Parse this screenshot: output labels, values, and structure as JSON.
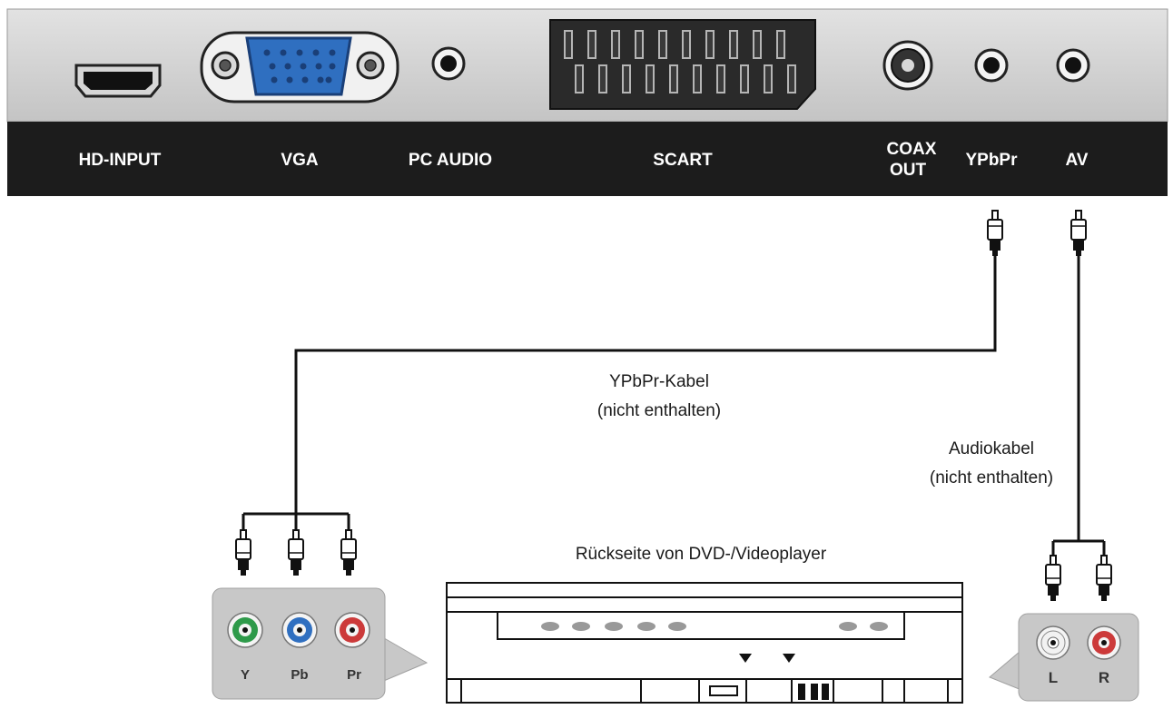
{
  "tv_panel": {
    "ports": [
      {
        "label": "HD-INPUT"
      },
      {
        "label": "VGA"
      },
      {
        "label": "PC AUDIO"
      },
      {
        "label": "SCART"
      },
      {
        "label_line1": "COAX",
        "label_line2": "OUT"
      },
      {
        "label": "YPbPr"
      },
      {
        "label": "AV"
      }
    ]
  },
  "captions": {
    "ypbpr_cable_line1": "YPbPr-Kabel",
    "ypbpr_cable_line2": "(nicht enthalten)",
    "audio_cable_line1": "Audiokabel",
    "audio_cable_line2": "(nicht enthalten)",
    "dvd_back": "Rückseite von DVD-/Videoplayer"
  },
  "component_jacks": [
    {
      "label": "Y",
      "color": "#2e9a4a"
    },
    {
      "label": "Pb",
      "color": "#2f6fc0"
    },
    {
      "label": "Pr",
      "color": "#cc3a3a"
    }
  ],
  "audio_jacks": [
    {
      "label": "L",
      "color": "#f2f2f2"
    },
    {
      "label": "R",
      "color": "#cc3a3a"
    }
  ],
  "colors": {
    "panel_top": "#cfcfcf",
    "panel_strip": "#1c1c1c",
    "vga_blue": "#2f6fc0",
    "jack_box": "#c8c8c8"
  }
}
